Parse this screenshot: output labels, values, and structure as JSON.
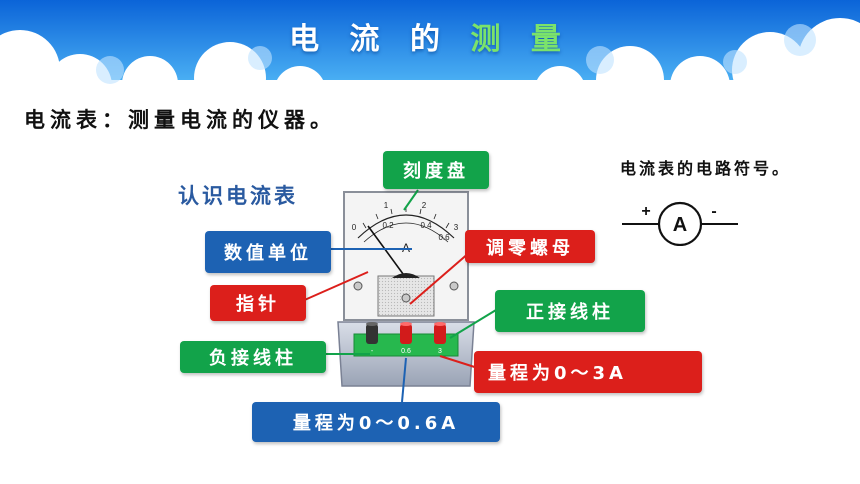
{
  "title": {
    "main": "电 流 的 ",
    "highlight": "测 量"
  },
  "definition": "电流表：测量电流的仪器。",
  "subtitle": "认识电流表",
  "symbol": {
    "title": "电流表的电路符号。",
    "plus": "+",
    "minus": "-",
    "letter": "A"
  },
  "meter": {
    "dial_scale_top": [
      "0",
      "1",
      "2",
      "3"
    ],
    "dial_scale_bottom": [
      "0.2",
      "0.4",
      "0.6"
    ],
    "unit": "A",
    "terminals": [
      "-",
      "0.6",
      "3"
    ]
  },
  "labels": {
    "dial": "刻度盘",
    "unit": "数值单位",
    "zero_adjust": "调零螺母",
    "pointer": "指针",
    "positive_terminal": "正接线柱",
    "negative_terminal": "负接线柱",
    "range_3a": "量程为0～3A",
    "range_06a": "量程为0～0.6A"
  },
  "colors": {
    "blue": "#1d62b3",
    "green": "#12a34a",
    "red": "#dc1f1b",
    "sky": "#1f86e6"
  }
}
